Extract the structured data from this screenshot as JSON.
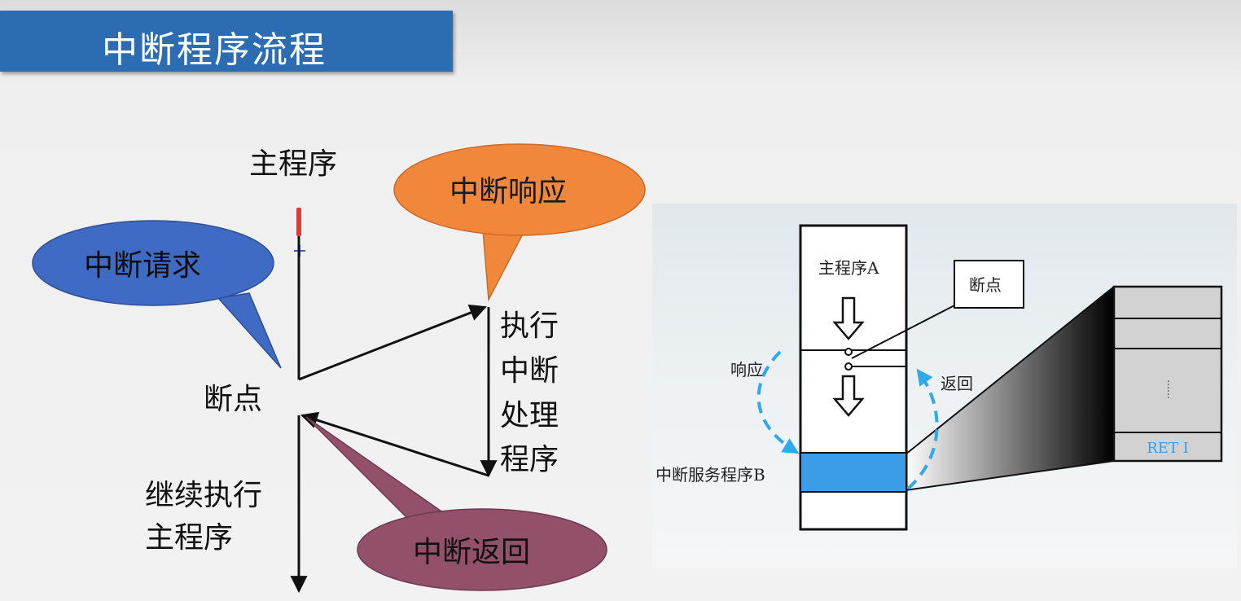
{
  "slide": {
    "title": "中断程序流程"
  },
  "left_diagram": {
    "main_program_label": "主程序",
    "breakpoint_label": "断点",
    "continue_label": [
      "继续执行",
      "主程序"
    ],
    "execute_label": [
      "执行",
      "中断",
      "处理",
      "程序"
    ],
    "callouts": {
      "request": "中断请求",
      "response": "中断响应",
      "return": "中断返回"
    },
    "colors": {
      "request": "#3f6bc4",
      "response": "#f0873a",
      "return": "#93506a",
      "marker": "#e03a3a"
    }
  },
  "right_diagram": {
    "main_program_label": "主程序A",
    "breakpoint_label": "断点",
    "response_label": "响应",
    "return_label": "返回",
    "service_label": "中断服务程序B",
    "ret_label": "RET I",
    "dots_label": "……",
    "colors": {
      "service_fill": "#3a9de6",
      "dashed_arrow": "#2fa9e8"
    }
  }
}
